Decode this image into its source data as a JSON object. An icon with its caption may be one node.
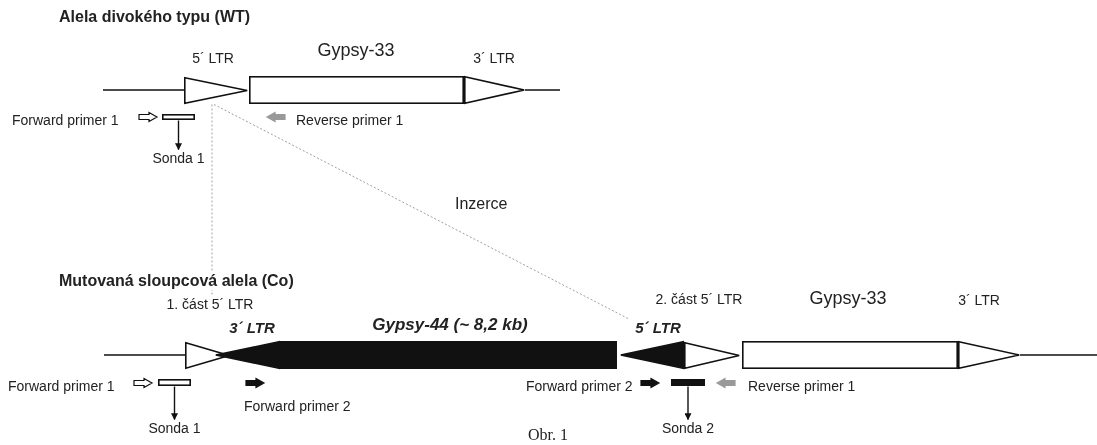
{
  "diagram": {
    "caption": "Obr. 1",
    "nodes": [
      {
        "text": [
          "5´ LTR"
        ]
      },
      {
        "text": [
          "Gypsy-33"
        ]
      },
      {
        "text": [
          "3´ LTR"
        ]
      },
      {
        "text": [],
        "shape": "bar"
      },
      {
        "text": [
          "Sonda 1"
        ]
      },
      {
        "text": [
          "1. část 5´ LTR"
        ]
      },
      {
        "text": [
          "3´ LTR"
        ]
      },
      {
        "text": [
          "Gypsy-44 (~ 8,2 kb)"
        ]
      },
      {
        "text": [
          "5´ LTR"
        ]
      },
      {
        "text": [
          "2. část 5´ LTR"
        ]
      },
      {
        "text": [
          "Gypsy-33"
        ]
      },
      {
        "text": [
          "3´ LTR"
        ]
      },
      {
        "text": [],
        "shape": "bar"
      },
      {
        "text": [
          "Sonda 1"
        ]
      },
      {
        "text": [],
        "shape": "bar"
      },
      {
        "text": [
          "Sonda 2"
        ]
      }
    ],
    "edges": [
      {
        "from": 0,
        "to": 5,
        "arrow": "none",
        "style": "dashed",
        "color": "#a0a0a0"
      },
      {
        "from": 0,
        "to": 8,
        "arrow": "none",
        "style": "dashed",
        "color": "#a0a0a0"
      },
      {
        "from": 3,
        "to": 4,
        "arrow": "to"
      },
      {
        "from": 12,
        "to": 13,
        "arrow": "to"
      },
      {
        "from": 14,
        "to": 15,
        "arrow": "to"
      }
    ],
    "labels": [
      "Alela divokého typu (WT)",
      "Forward primer 1",
      "Reverse primer 1",
      "Inzerce",
      "Mutovaná sloupcová alela (Co)",
      "Forward primer 1",
      "Forward primer 2",
      "Reverse primer 1",
      "Forward primer 2"
    ]
  }
}
